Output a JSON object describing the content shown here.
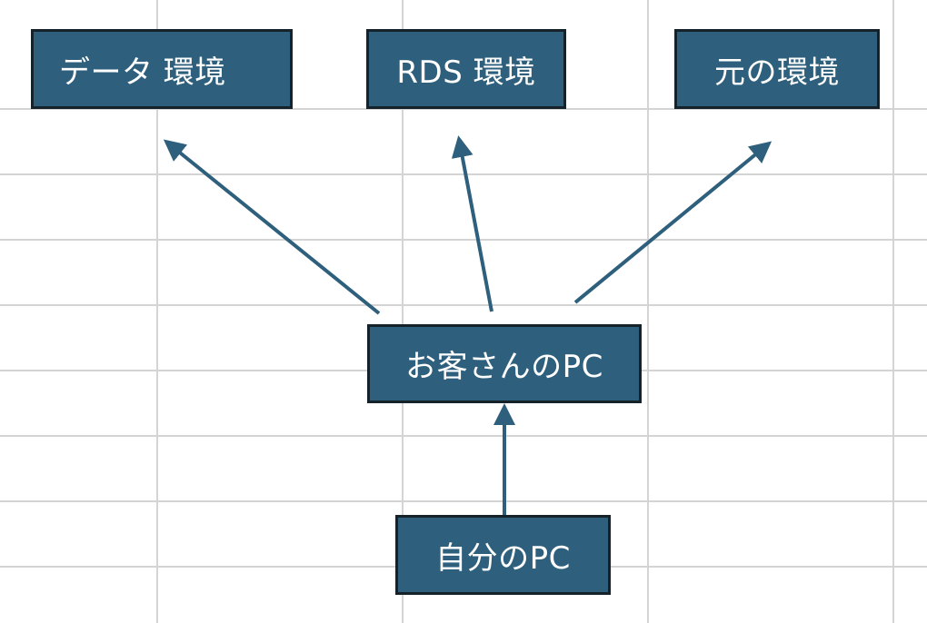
{
  "nodes": {
    "data_env": "データ 環境",
    "rds_env": "RDS 環境",
    "orig_env": "元の環境",
    "client_pc": "お客さんのPC",
    "my_pc": "自分のPC"
  },
  "colors": {
    "node_fill": "#2e5f7c",
    "node_border": "#16222a",
    "arrow": "#2e5f7c",
    "grid": "#d4d4d4"
  }
}
